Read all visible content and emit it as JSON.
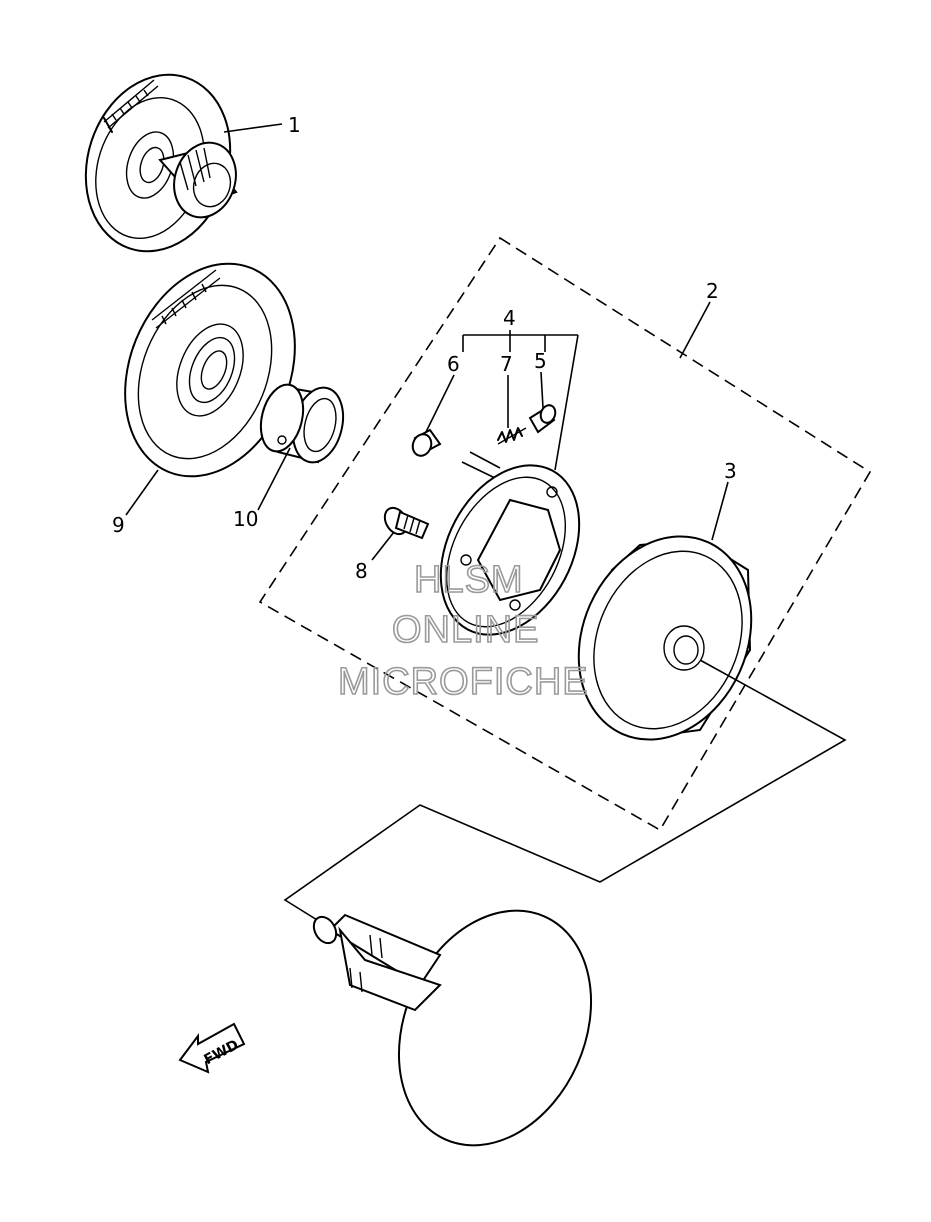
{
  "callouts": [
    {
      "id": "1",
      "label": "1"
    },
    {
      "id": "2",
      "label": "2"
    },
    {
      "id": "3",
      "label": "3"
    },
    {
      "id": "4",
      "label": "4"
    },
    {
      "id": "5",
      "label": "5"
    },
    {
      "id": "6",
      "label": "6"
    },
    {
      "id": "7",
      "label": "7"
    },
    {
      "id": "8",
      "label": "8"
    },
    {
      "id": "9",
      "label": "9"
    },
    {
      "id": "10",
      "label": "10"
    }
  ],
  "watermark": {
    "line1": "HLSM",
    "line2": "ONLINE",
    "line3": "MICROFICHE"
  },
  "direction_arrow": {
    "label": "FWD"
  },
  "colors": {
    "ink": "#000000",
    "watermark": "#9a9a9a",
    "paper": "#ffffff"
  }
}
